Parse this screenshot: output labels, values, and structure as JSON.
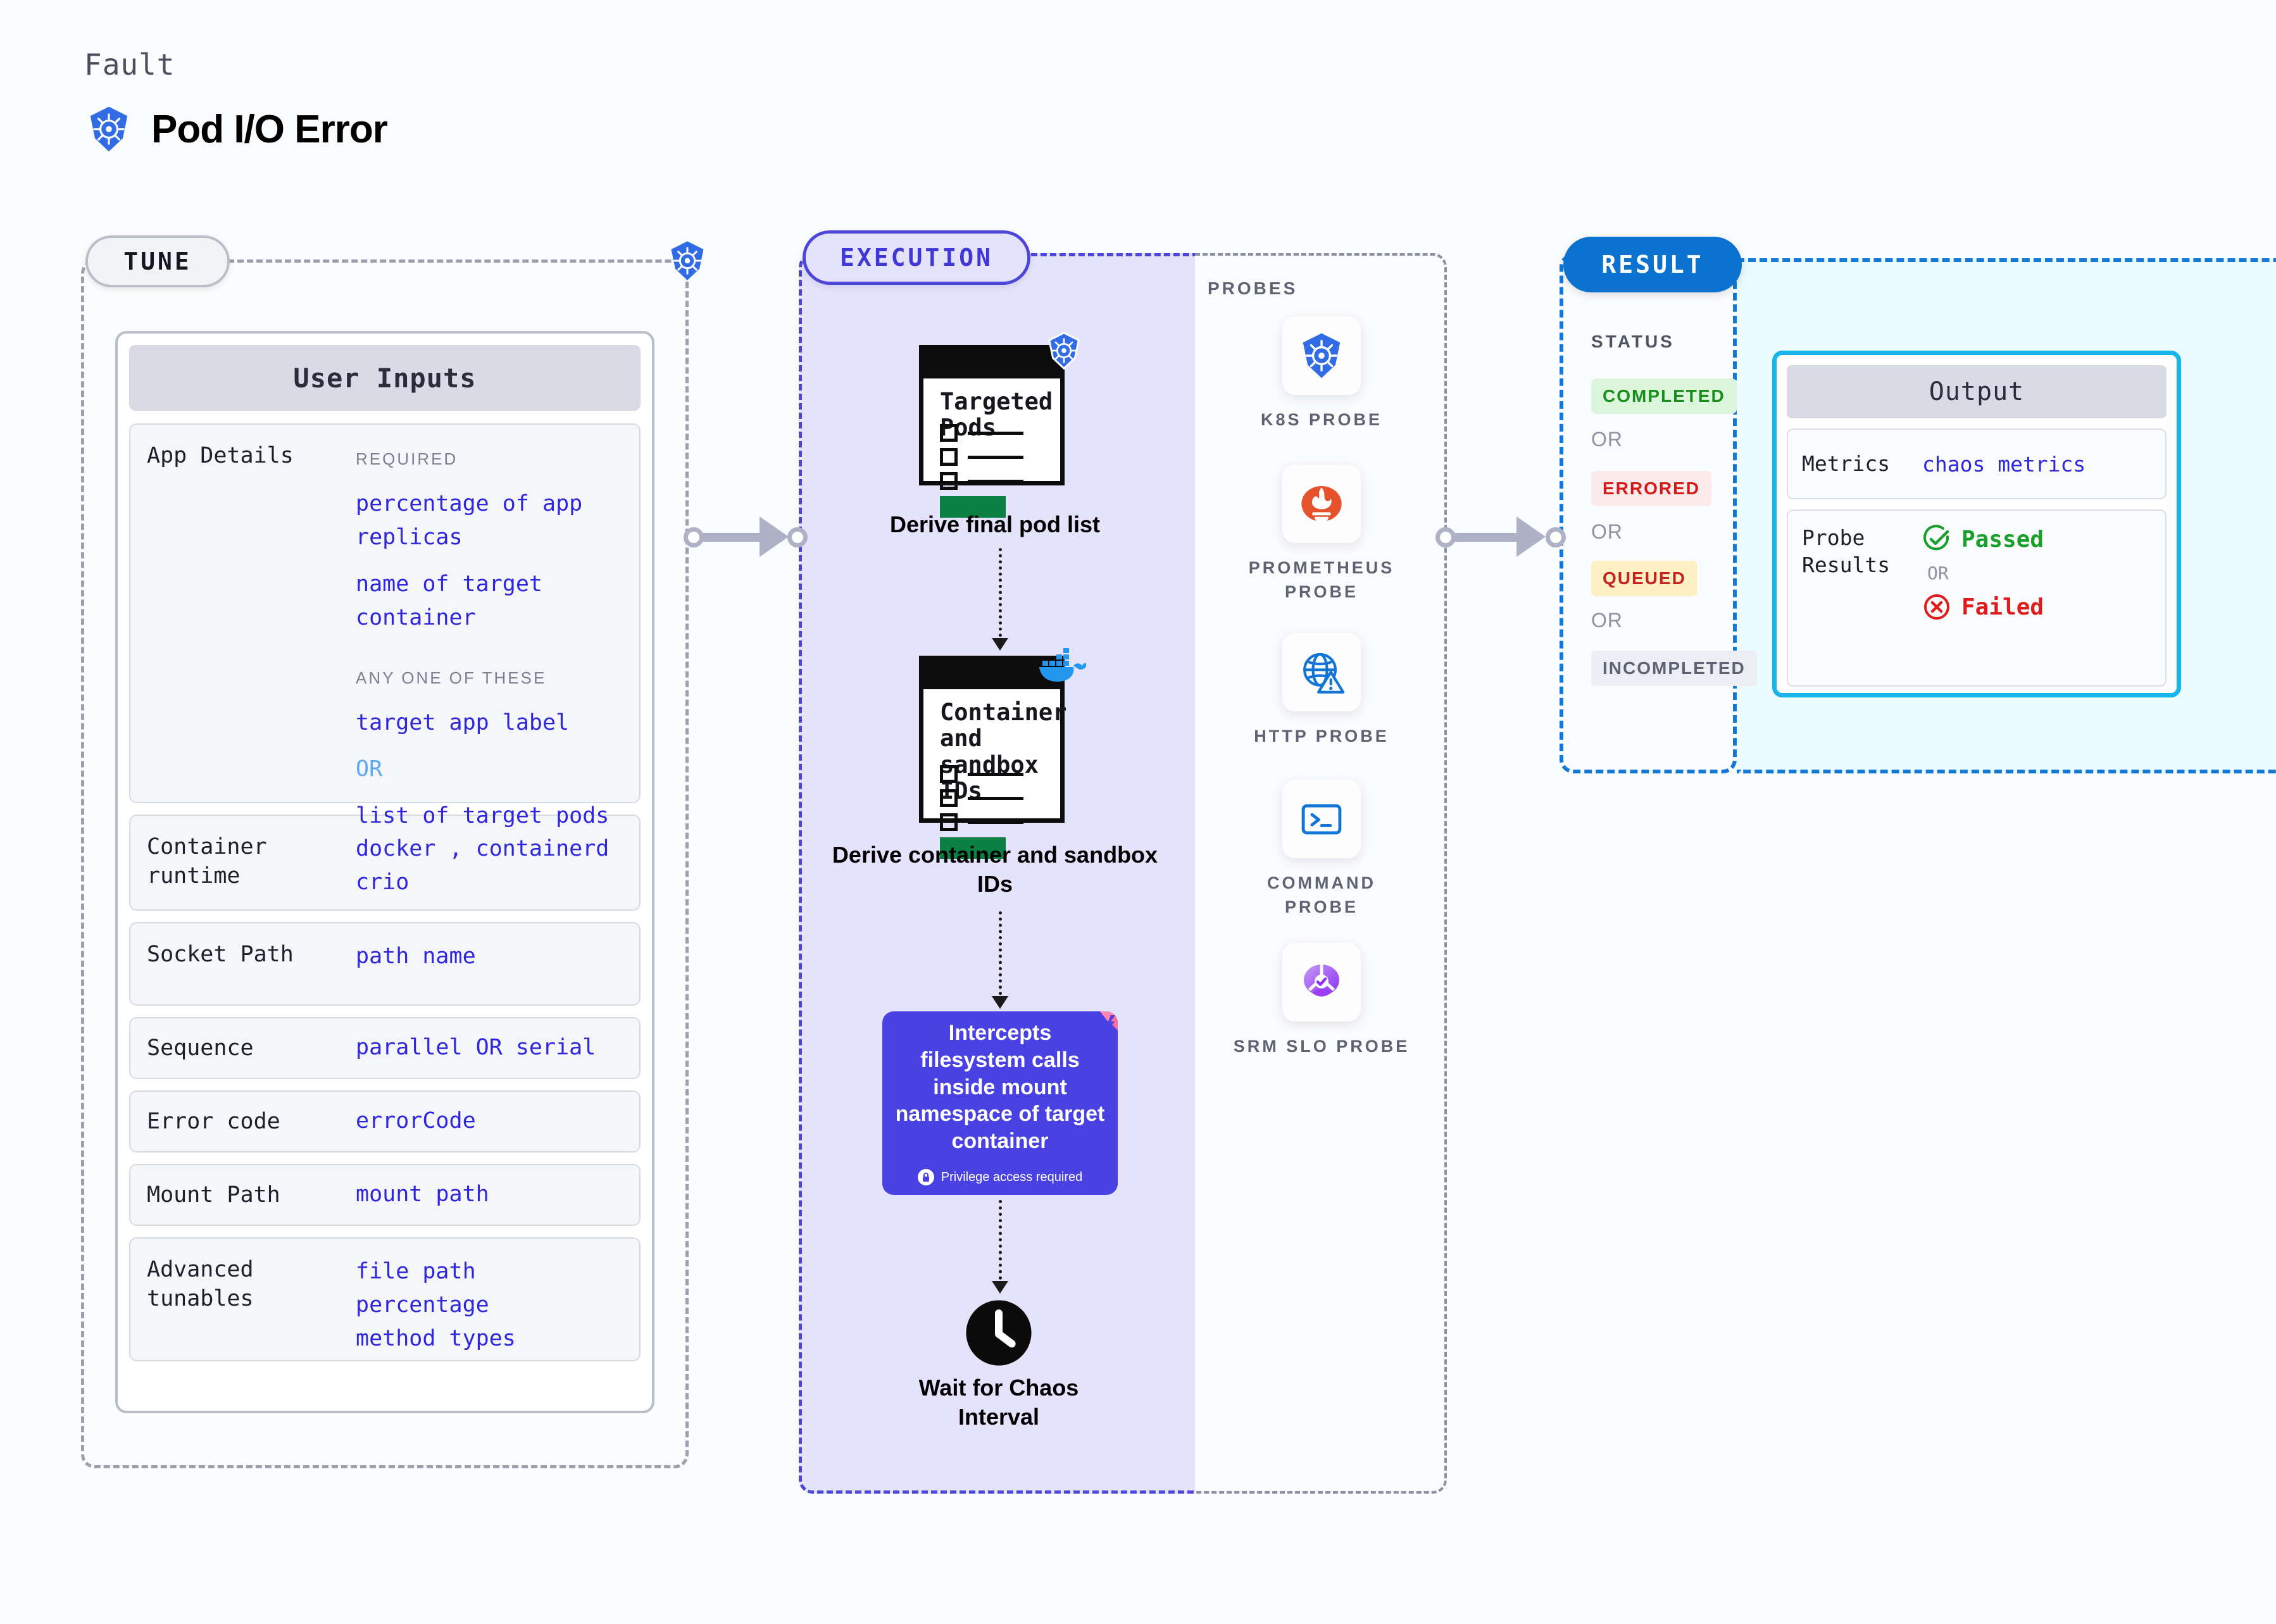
{
  "header": {
    "eyebrow": "Fault",
    "title": "Pod I/O Error",
    "icon": "kubernetes-icon"
  },
  "sections": {
    "tune": {
      "badge": "TUNE"
    },
    "execution": {
      "badge": "EXECUTION"
    },
    "probes": {
      "label": "PROBES"
    },
    "result": {
      "badge": "RESULT",
      "status_label": "STATUS"
    }
  },
  "user_inputs": {
    "header": "User Inputs",
    "rows": [
      {
        "label": "App Details",
        "groups": [
          {
            "kicker": "REQUIRED",
            "values": [
              "percentage of app replicas",
              "name of target container"
            ]
          },
          {
            "kicker": "ANY ONE OF THESE",
            "values": [
              "target app label",
              "OR",
              "list of target pods"
            ]
          }
        ]
      },
      {
        "label": "Container runtime",
        "values": [
          "docker , containerd",
          "crio"
        ]
      },
      {
        "label": "Socket Path",
        "values": [
          "path name"
        ]
      },
      {
        "label": "Sequence",
        "values": [
          "parallel OR serial"
        ]
      },
      {
        "label": "Error code",
        "values": [
          "errorCode"
        ]
      },
      {
        "label": "Mount Path",
        "values": [
          "mount path"
        ]
      },
      {
        "label": "Advanced tunables",
        "values": [
          "file path",
          "percentage",
          "method types"
        ]
      }
    ]
  },
  "execution": {
    "nodes": [
      {
        "card_title": "Targeted Pods",
        "badge_icon": "kubernetes-icon",
        "caption": "Derive final pod list"
      },
      {
        "card_title": "Container and sandbox IDs",
        "badge_icon": "docker-icon",
        "caption": "Derive container and sandbox IDs"
      }
    ],
    "action_box": {
      "text": "Intercepts filesystem calls inside mount namespace of target container",
      "note": "Privilege access required",
      "note_icon": "lock-icon",
      "corner_icon": "litmus-icon",
      "color": "#4a41e2"
    },
    "wait_node": {
      "icon": "clock-icon",
      "caption": "Wait for Chaos Interval"
    }
  },
  "probes": [
    {
      "name": "K8S PROBE",
      "icon": "kubernetes-icon"
    },
    {
      "name": "PROMETHEUS PROBE",
      "icon": "prometheus-icon"
    },
    {
      "name": "HTTP PROBE",
      "icon": "http-globe-warning-icon"
    },
    {
      "name": "COMMAND PROBE",
      "icon": "terminal-icon"
    },
    {
      "name": "SRM SLO PROBE",
      "icon": "srm-slo-icon"
    }
  ],
  "result": {
    "statuses": [
      {
        "text": "COMPLETED",
        "bg": "#dcf5dd",
        "fg": "#1a8f1a"
      },
      {
        "text": "OR"
      },
      {
        "text": "ERRORED",
        "bg": "#fdeaea",
        "fg": "#d41919"
      },
      {
        "text": "OR"
      },
      {
        "text": "QUEUED",
        "bg": "#fdf0c4",
        "fg": "#c92020"
      },
      {
        "text": "OR"
      },
      {
        "text": "INCOMPLETED",
        "bg": "#eceef3",
        "fg": "#5d6372"
      }
    ]
  },
  "output": {
    "header": "Output",
    "rows": [
      {
        "label": "Metrics",
        "value": "chaos metrics"
      },
      {
        "label": "Probe Results",
        "pass": "Passed",
        "or": "OR",
        "fail": "Failed",
        "pass_icon": "check-circle-icon",
        "fail_icon": "x-circle-icon"
      }
    ]
  }
}
